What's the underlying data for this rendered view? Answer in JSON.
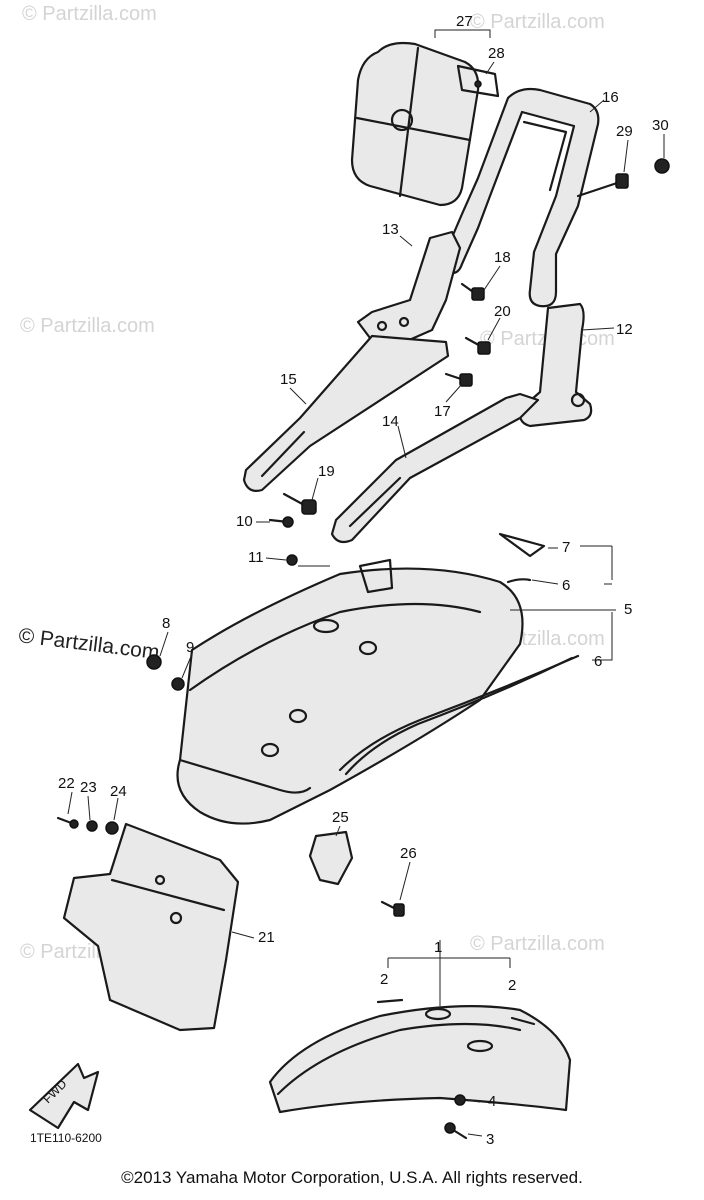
{
  "watermarks": [
    "© Partzilla.com",
    "© Partzilla.com",
    "© Partzilla.com",
    "© Partzilla.com",
    "© Partzilla.com",
    "© Partzilla.com",
    "© Partzilla.com"
  ],
  "main_watermark": "© Partzilla.com",
  "callouts": [
    "27",
    "28",
    "16",
    "29",
    "30",
    "13",
    "18",
    "20",
    "12",
    "15",
    "17",
    "14",
    "19",
    "10",
    "11",
    "7",
    "6",
    "5",
    "6",
    "8",
    "9",
    "22",
    "23",
    "24",
    "25",
    "26",
    "21",
    "1",
    "2",
    "2",
    "4",
    "3"
  ],
  "reference_code": "1TE110-6200",
  "fwd_label": "FWD",
  "copyright": "©2013 Yamaha Motor Corporation, U.S.A. All rights reserved."
}
